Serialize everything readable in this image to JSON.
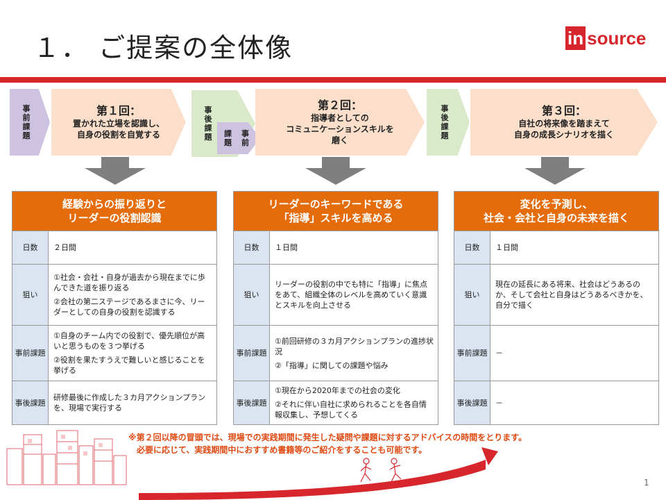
{
  "title": "１． ご提案の全体像",
  "logo": {
    "text_in": "in",
    "text_source": "source"
  },
  "flow": {
    "pre1": {
      "chars": [
        "事",
        "前",
        "課",
        "題"
      ]
    },
    "session1": {
      "title": "第１回：",
      "subtitle_lines": [
        "置かれた立場を認識し、",
        "自身の役割を自覚する"
      ]
    },
    "post1": {
      "chars": [
        "事",
        "後",
        "課",
        "題"
      ]
    },
    "pre2": {
      "chars": [
        "課",
        "事",
        "題",
        "前"
      ]
    },
    "session2": {
      "title": "第２回：",
      "subtitle_lines": [
        "指導者としての",
        "コミュニケーションスキルを",
        "磨く"
      ]
    },
    "post2": {
      "chars": [
        "事",
        "後",
        "課",
        "題"
      ]
    },
    "session3": {
      "title": "第３回：",
      "subtitle_lines": [
        "自社の将来像を踏まえて",
        "自身の成長シナリオを描く"
      ]
    }
  },
  "panels": [
    {
      "heading_lines": [
        "経験からの振り返りと",
        "リーダーの役割認識"
      ],
      "rows": [
        {
          "label": "日数",
          "lines": [
            "２日間"
          ]
        },
        {
          "label": "狙い",
          "lines": [
            "①社会・会社・自身が過去から現在までに歩んできた道を振り返る",
            "②会社の第二ステージであるまさに今、リーダーとしての自身の役割を認識する"
          ]
        },
        {
          "label": "事前課題",
          "lines": [
            "①自身のチーム内での役割で、優先順位が高いと思うものを３つ挙げる",
            "②役割を果たすうえで難しいと感じることを挙げる"
          ]
        },
        {
          "label": "事後課題",
          "lines": [
            "研修最後に作成した３カ月アクションプランを、現場で実行する"
          ]
        }
      ]
    },
    {
      "heading_lines": [
        "リーダーのキーワードである",
        "「指導」スキルを高める"
      ],
      "rows": [
        {
          "label": "日数",
          "lines": [
            "１日間"
          ]
        },
        {
          "label": "狙い",
          "lines": [
            "リーダーの役割の中でも特に「指導」に焦点をあて、組織全体のレベルを高めていく意識とスキルを向上させる"
          ]
        },
        {
          "label": "事前課題",
          "lines": [
            "①前回研修の３カ月アクションプランの進捗状況",
            "②「指導」に関しての課題や悩み"
          ]
        },
        {
          "label": "事後課題",
          "lines": [
            "①現在から2020年までの社会の変化",
            "②それに伴い自社に求められることを各自情報収集し、予想してくる"
          ]
        }
      ]
    },
    {
      "heading_lines": [
        "変化を予測し、",
        "社会・会社と自身の未来を描く"
      ],
      "rows": [
        {
          "label": "日数",
          "lines": [
            "１日間"
          ]
        },
        {
          "label": "狙い",
          "lines": [
            "現在の延長にある将来、社会はどうあるのか、そして会社と自身はどうあるべきかを、自分で描く"
          ]
        },
        {
          "label": "事前課題",
          "lines": [
            "－"
          ]
        },
        {
          "label": "事後課題",
          "lines": [
            "－"
          ]
        }
      ]
    }
  ],
  "note_lines": [
    "※第２回以降の冒頭では、現場での実践期間に発生した疑問や課題に対するアドバイスの時間をとります。",
    "必要に応じて、実践期間中におすすめ書籍等のご紹介をすることも可能です。"
  ],
  "page_number": "1",
  "colors": {
    "brand_red": "#d7262c",
    "panel_head": "#e46c0a",
    "label_bg": "#dbe5f1",
    "session_bg": "#fbdfca",
    "pre_task_bg": "#cdc2e0",
    "post_task_bg": "#d9e9c9",
    "note_text": "#e04b14"
  }
}
